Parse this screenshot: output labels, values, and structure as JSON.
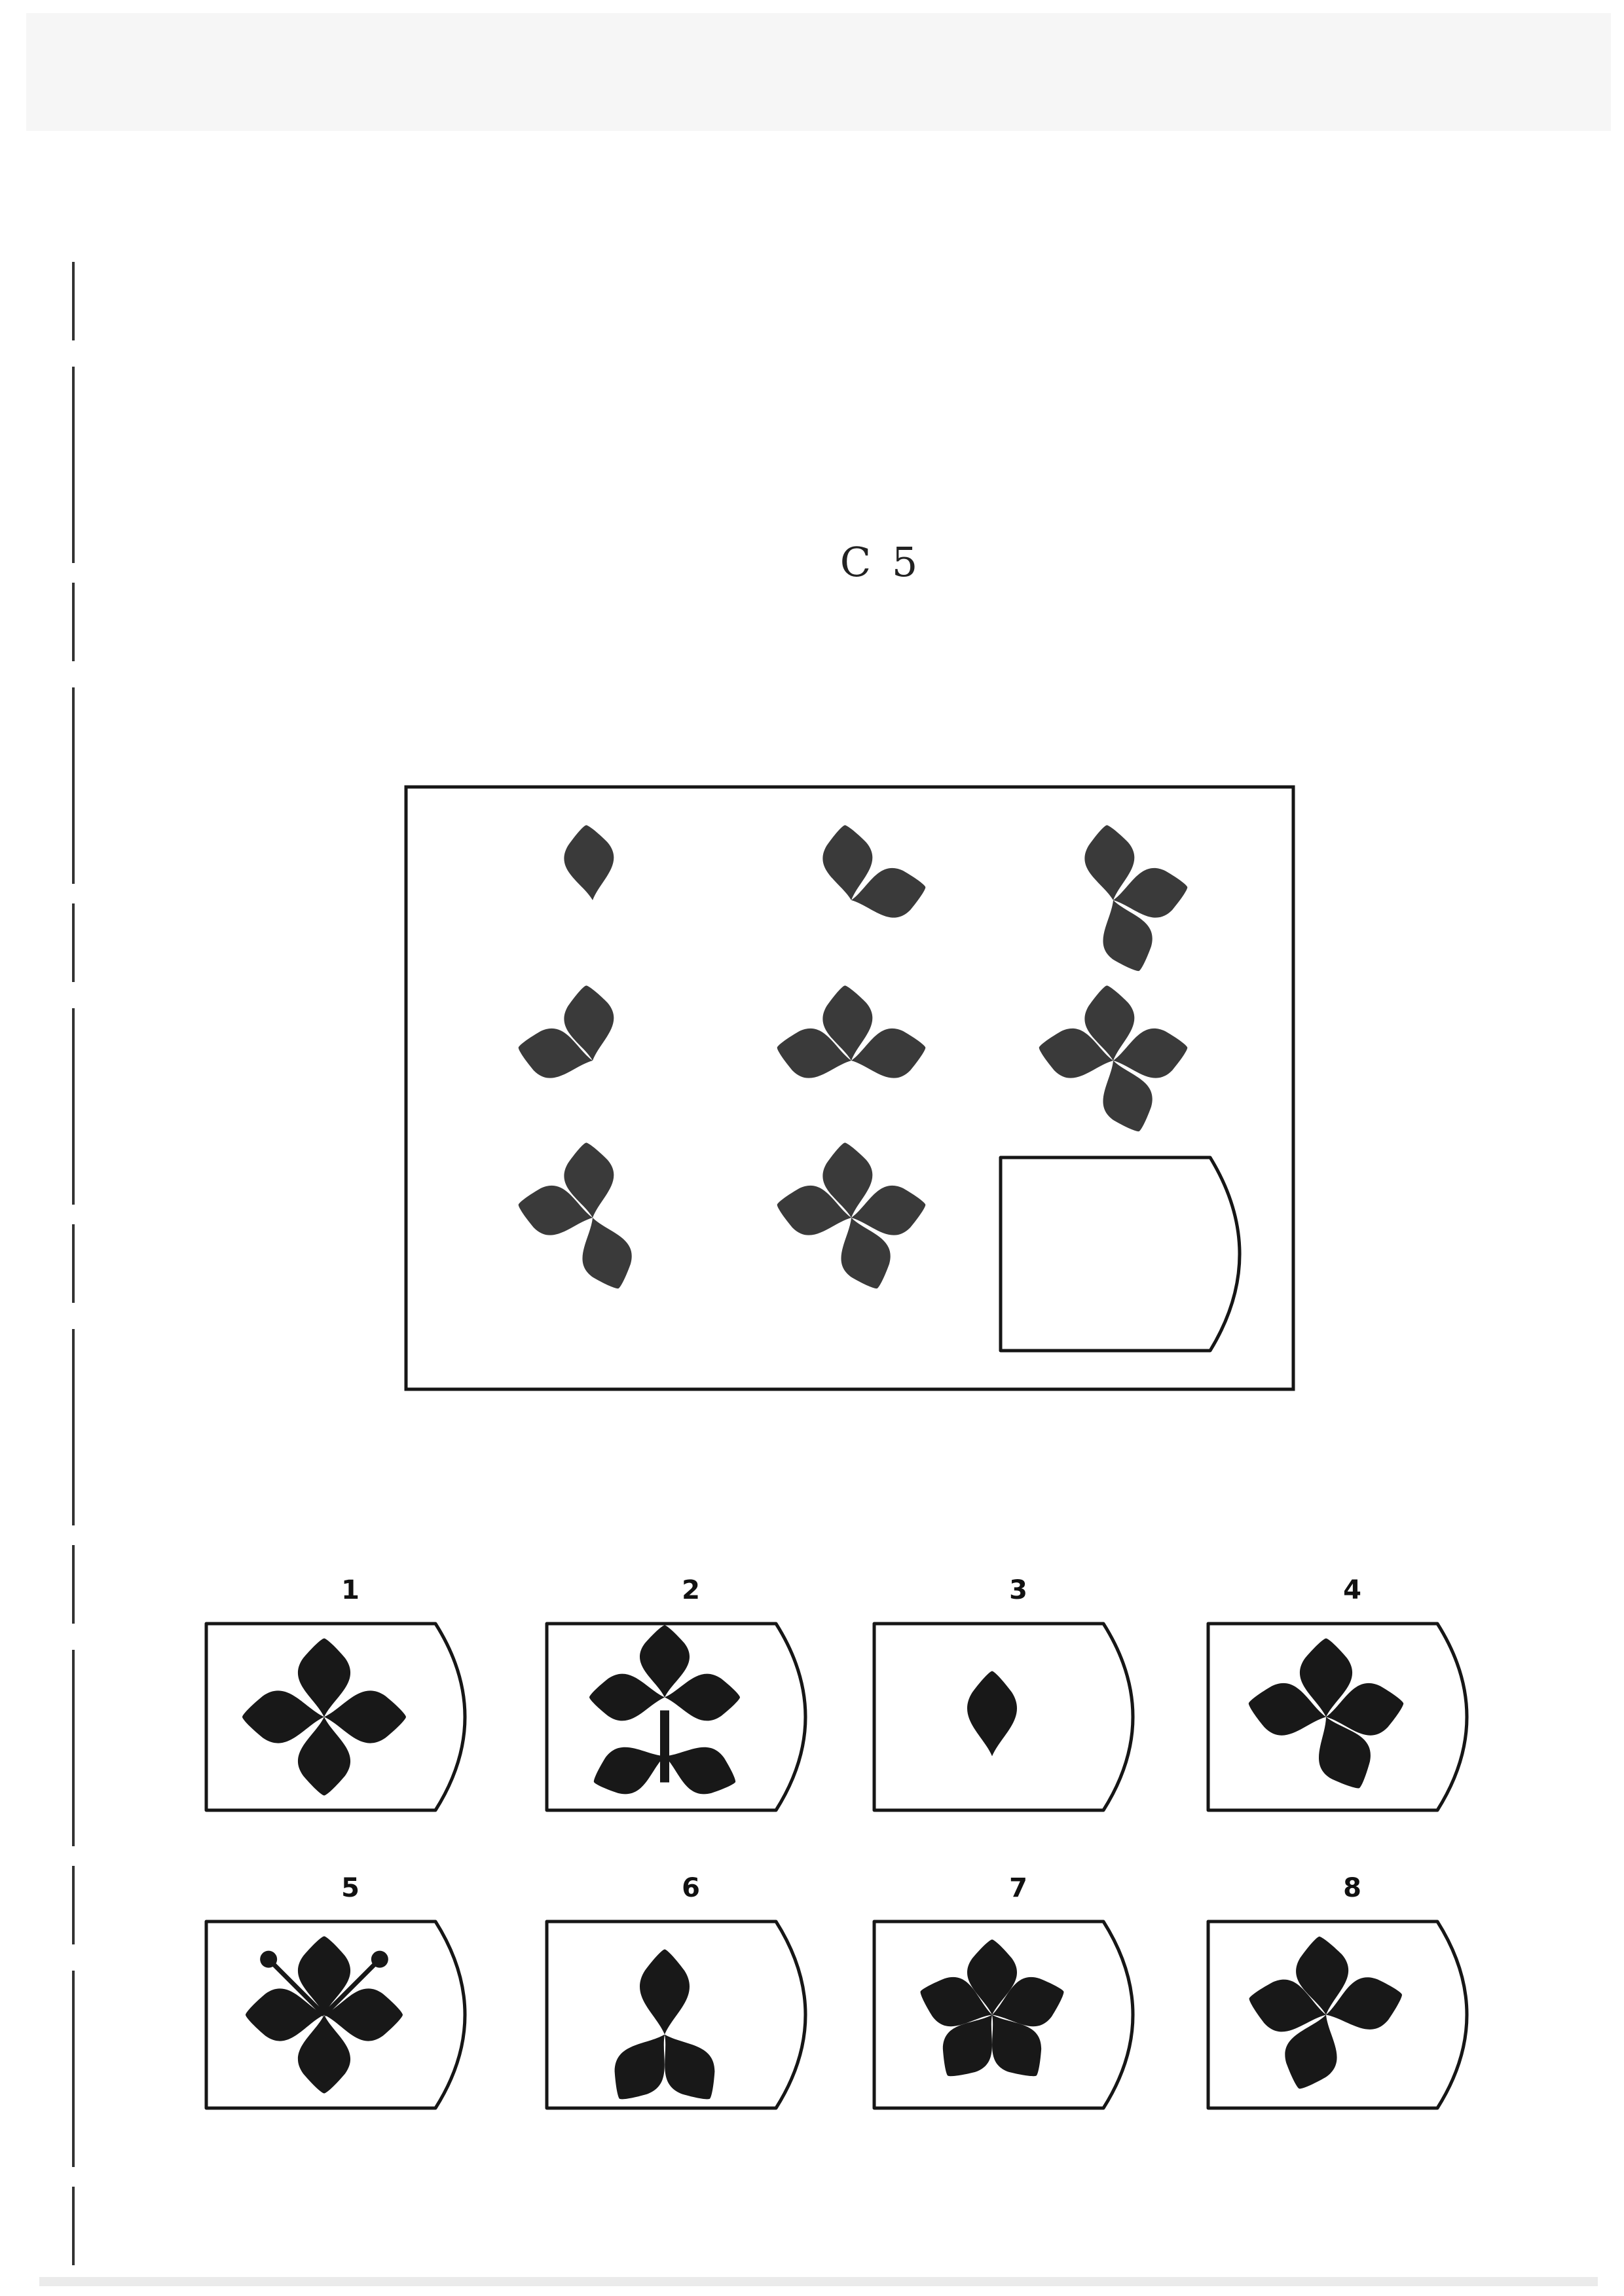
{
  "page": {
    "title": "C 5"
  },
  "matrix": {
    "rows": [
      [
        {
          "leaves": [
            "N"
          ]
        },
        {
          "leaves": [
            "N",
            "E"
          ]
        },
        {
          "leaves": [
            "N",
            "E",
            "S"
          ]
        }
      ],
      [
        {
          "leaves": [
            "N",
            "W"
          ]
        },
        {
          "leaves": [
            "N",
            "W",
            "E"
          ]
        },
        {
          "leaves": [
            "N",
            "W",
            "E",
            "S"
          ]
        }
      ],
      [
        {
          "leaves": [
            "N",
            "W",
            "S"
          ]
        },
        {
          "leaves": [
            "N",
            "W",
            "E",
            "S"
          ]
        },
        {
          "missing": true
        }
      ]
    ]
  },
  "options": [
    {
      "label": "1",
      "figure": "four-leaf-cross"
    },
    {
      "label": "2",
      "figure": "five-leaf-stem"
    },
    {
      "label": "3",
      "figure": "single-leaf"
    },
    {
      "label": "4",
      "figure": "four-leaf-offset"
    },
    {
      "label": "5",
      "figure": "four-leaf-cross-with-stamens"
    },
    {
      "label": "6",
      "figure": "three-leaf"
    },
    {
      "label": "7",
      "figure": "five-leaf-star"
    },
    {
      "label": "8",
      "figure": "four-leaf-tilted"
    }
  ]
}
